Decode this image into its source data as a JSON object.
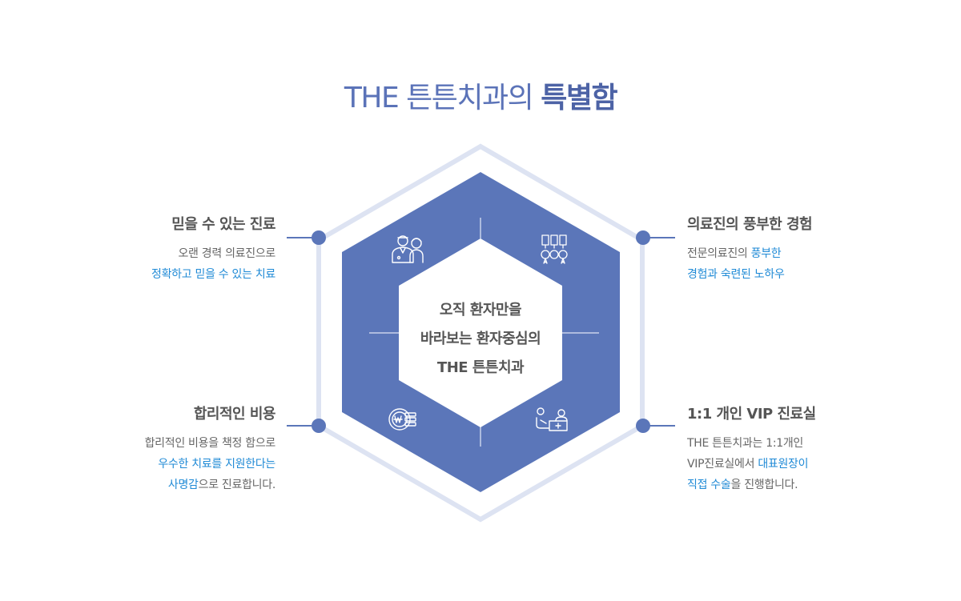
{
  "title": {
    "normal": "THE 튼튼치과의",
    "bold": "특별함"
  },
  "center": {
    "line1": "오직 환자만을",
    "line2": "바라보는 환자중심의",
    "line3": "THE 튼튼치과"
  },
  "features": {
    "top_left": {
      "title": "믿을 수 있는 진료",
      "line1": "오랜 경력 의료진으로",
      "line2_hl": "정확하고 믿을 수 있는 치료"
    },
    "top_right": {
      "title": "의료진의 풍부한 경험",
      "line1_a": "전문의료진의 ",
      "line1_hl": "풍부한",
      "line2_hl": "경험과 숙련된 노하우"
    },
    "bottom_left": {
      "title": "합리적인 비용",
      "line1": "합리적인 비용을 책정 함으로",
      "line2_hl": "우수한 치료를 지원한다는",
      "line3_hl": "사명감",
      "line3_b": "으로 진료합니다."
    },
    "bottom_right": {
      "title": "1:1 개인 VIP 진료실",
      "line1": "THE 튼튼치과는 1:1개인",
      "line2_a": "VIP진료실에서 ",
      "line2_hl": "대표원장이",
      "line3_hl": "직접 수술",
      "line3_b": "을 진행합니다."
    }
  },
  "icons": [
    "doctors-icon",
    "medals-icon",
    "won-coin-icon",
    "vip-patient-icon"
  ],
  "colors": {
    "primary": "#5b76b9",
    "outer_ring": "#dde3f2",
    "dot": "#5b76b9",
    "highlight": "#1f8ad6",
    "text": "#666666",
    "heading": "#555555"
  }
}
